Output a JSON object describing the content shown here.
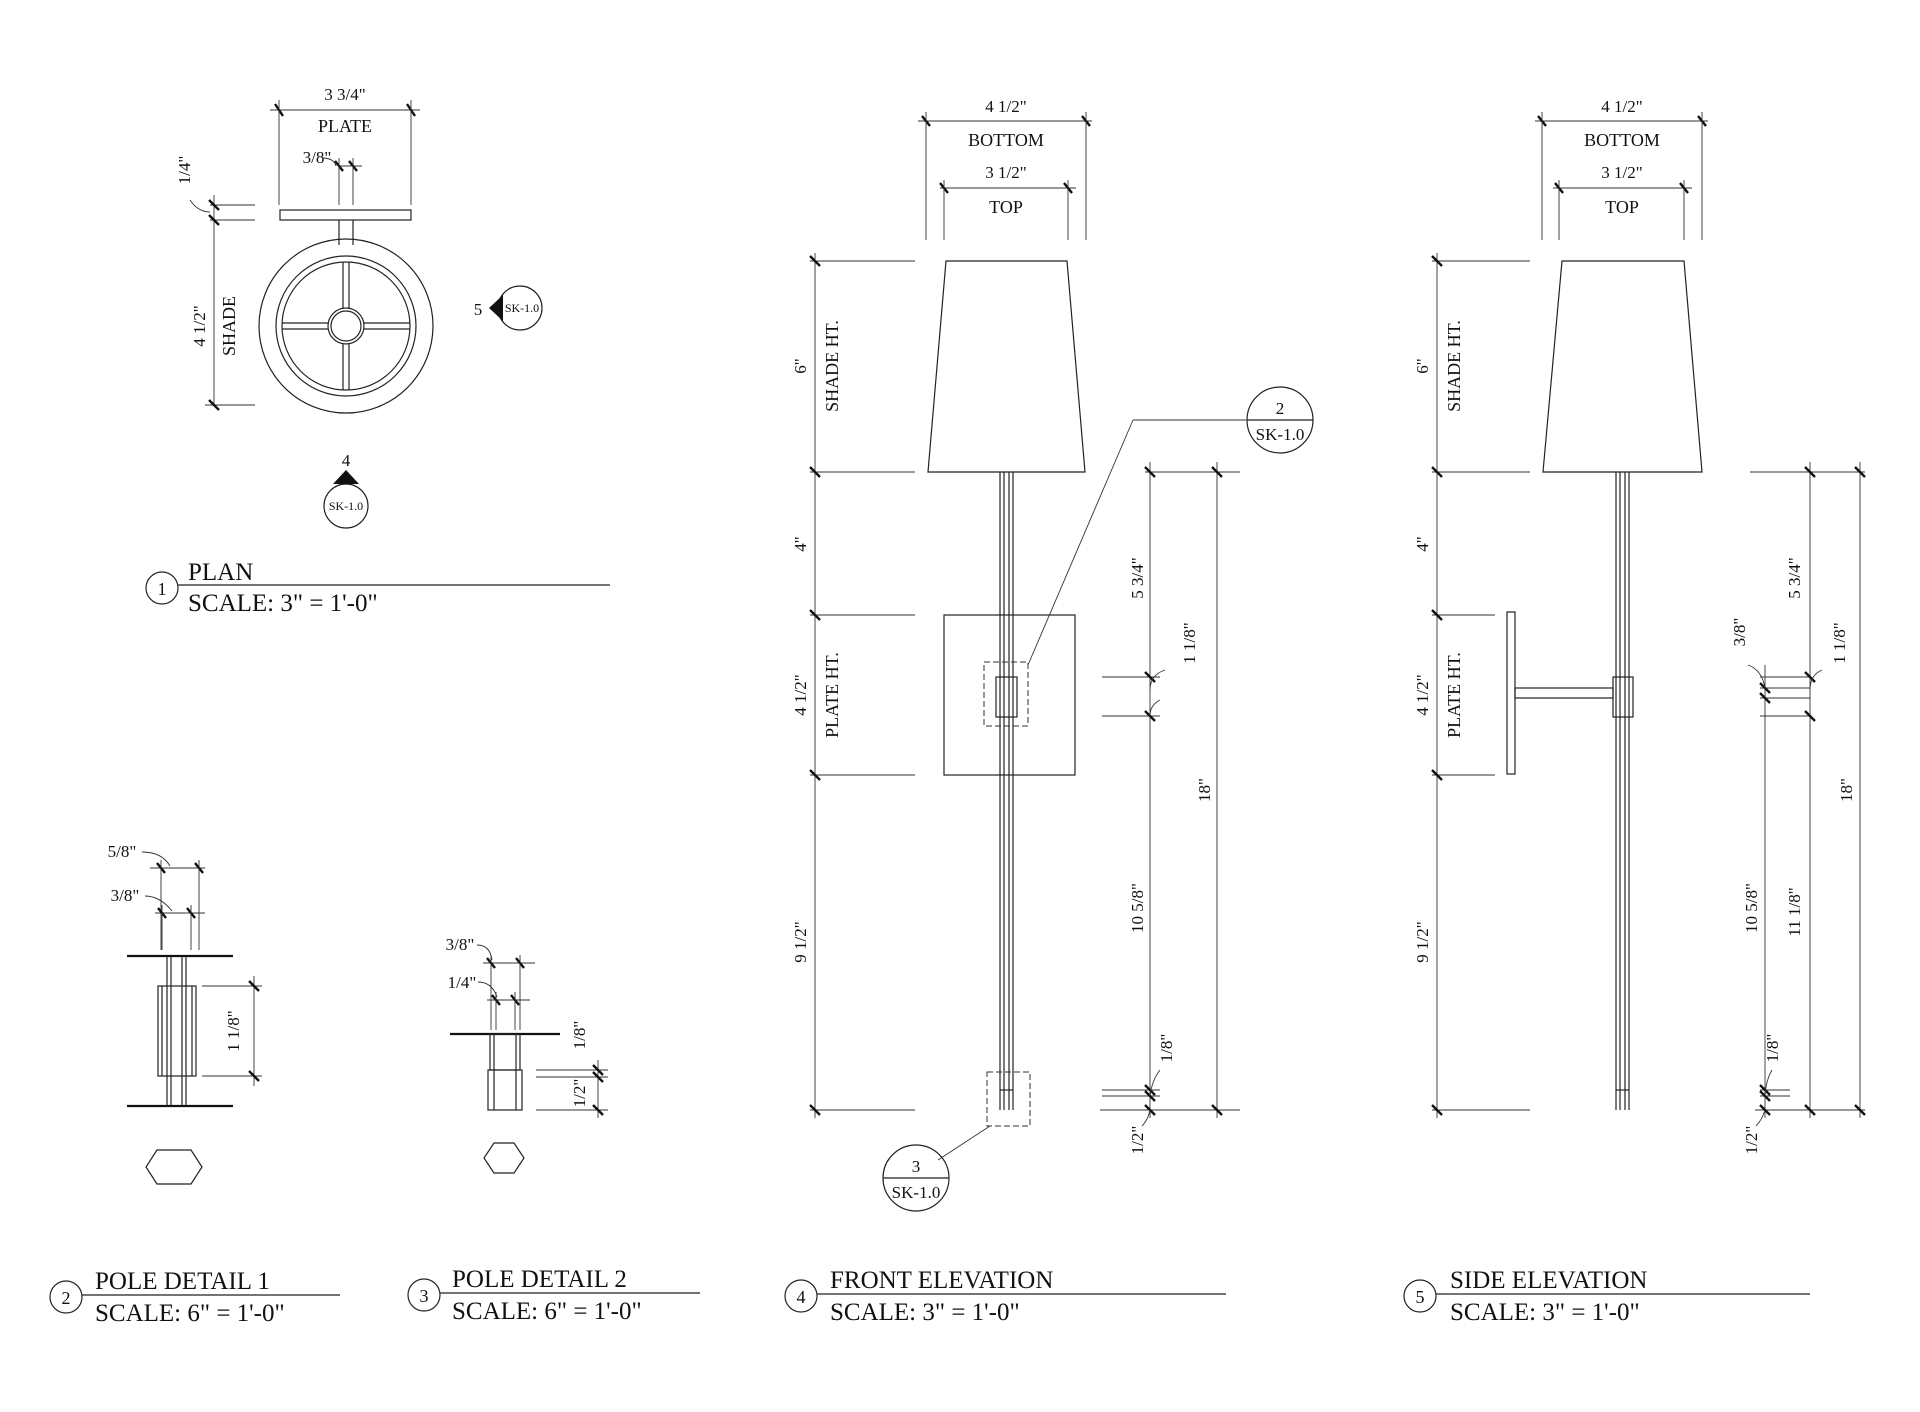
{
  "views": {
    "plan": {
      "number": "1",
      "title": "PLAN",
      "scale": "SCALE: 3\" = 1'-0\""
    },
    "pole1": {
      "number": "2",
      "title": "POLE DETAIL 1",
      "scale": "SCALE: 6\" = 1'-0\""
    },
    "pole2": {
      "number": "3",
      "title": "POLE DETAIL 2",
      "scale": "SCALE: 6\" = 1'-0\""
    },
    "front": {
      "number": "4",
      "title": "FRONT ELEVATION",
      "scale": "SCALE: 3\" = 1'-0\""
    },
    "side": {
      "number": "5",
      "title": "SIDE ELEVATION",
      "scale": "SCALE: 3\" = 1'-0\""
    }
  },
  "plan": {
    "plate_width": "3 3/4\"",
    "plate_label": "PLATE",
    "stem_width": "3/8\"",
    "plate_thickness": "1/4\"",
    "shade_diameter": "4 1/2\"",
    "shade_label": "SHADE",
    "callout_side": {
      "number": "5",
      "sheet": "SK-1.0"
    },
    "callout_front": {
      "number": "4",
      "sheet": "SK-1.0"
    }
  },
  "pole1": {
    "outer": "5/8\"",
    "inner": "3/8\"",
    "height": "1 1/8\""
  },
  "pole2": {
    "outer": "3/8\"",
    "inner": "1/4\"",
    "top": "1/8\"",
    "bottom": "1/2\""
  },
  "front": {
    "bottom_width": "4 1/2\"",
    "bottom_label": "BOTTOM",
    "top_width": "3 1/2\"",
    "top_label": "TOP",
    "shade_height": "6\"",
    "shade_height_label": "SHADE HT.",
    "gap": "4\"",
    "plate_height": "4 1/2\"",
    "plate_height_label": "PLATE HT.",
    "lower": "9 1/2\"",
    "d_upper": "5 3/4\"",
    "d_collar": "1 1/8\"",
    "d_total": "18\"",
    "d_lower": "10 5/8\"",
    "d_tip": "1/8\"",
    "d_base": "1/2\"",
    "callout_top": {
      "number": "2",
      "sheet": "SK-1.0"
    },
    "callout_bottom": {
      "number": "3",
      "sheet": "SK-1.0"
    }
  },
  "side": {
    "bottom_width": "4 1/2\"",
    "bottom_label": "BOTTOM",
    "top_width": "3 1/2\"",
    "top_label": "TOP",
    "shade_height": "6\"",
    "shade_height_label": "SHADE HT.",
    "gap": "4\"",
    "plate_height": "4 1/2\"",
    "plate_height_label": "PLATE HT.",
    "lower": "9 1/2\"",
    "d_arm": "3/8\"",
    "d_upper": "5 3/4\"",
    "d_collar": "1 1/8\"",
    "d_total": "18\"",
    "d_lower": "10 5/8\"",
    "d_mid": "11 1/8\"",
    "d_tip": "1/8\"",
    "d_base": "1/2\""
  }
}
